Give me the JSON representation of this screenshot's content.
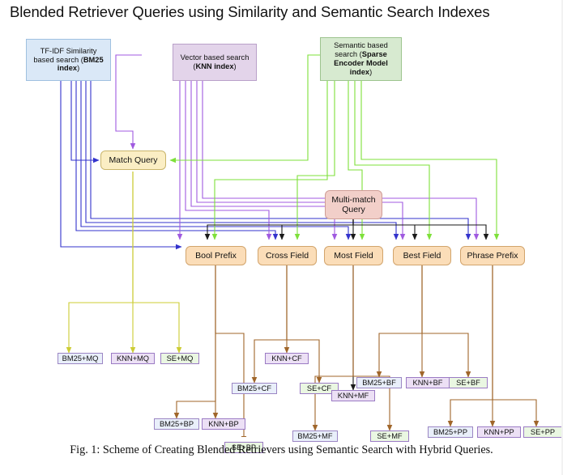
{
  "page": {
    "title": "Blended Retriever Queries using Similarity and Semantic Search Indexes",
    "caption": "Fig. 1: Scheme of Creating Blended Retrievers using Semantic Search with Hybrid Queries."
  },
  "colors": {
    "bm25_box_fill": "#dae8f7",
    "bm25_box_border": "#9fc0e0",
    "knn_box_fill": "#e3d4ea",
    "knn_box_border": "#b9a0c9",
    "se_box_fill": "#d7ead0",
    "se_box_border": "#9dc48e",
    "match_query_fill": "#fbeec4",
    "multi_match_fill": "#f2cfc9",
    "query_type_fill": "#fbddb8",
    "edge_bm25": "#3333cc",
    "edge_knn": "#a05ae0",
    "edge_se": "#7ee03a",
    "edge_multi": "#1a1a1a",
    "edge_match": "#cccc33",
    "edge_fanout": "#a0662a"
  },
  "sources": [
    {
      "id": "bm25",
      "line1": "TF-IDF Similarity",
      "line2": "based search (",
      "bold": "BM25",
      "line3": "index",
      "tail": ")"
    },
    {
      "id": "knn",
      "line1": "Vector based search",
      "line2": "(",
      "bold": "KNN index",
      "tail": ")"
    },
    {
      "id": "se",
      "line1": "Semantic based",
      "line2": "search (",
      "bold": "Sparse",
      "line3": "Encoder Model",
      "line4": "index",
      "tail": ")"
    }
  ],
  "queries": {
    "match": "Match Query",
    "multi_line1": "Multi-match",
    "multi_line2": "Query"
  },
  "query_types": [
    {
      "id": "bool-prefix",
      "label": "Bool Prefix"
    },
    {
      "id": "cross-field",
      "label": "Cross Field"
    },
    {
      "id": "most-field",
      "label": "Most Field"
    },
    {
      "id": "best-field",
      "label": "Best Field"
    },
    {
      "id": "phrase-prefix",
      "label": "Phrase Prefix"
    }
  ],
  "results": [
    {
      "id": "bm25-mq",
      "label": "BM25+MQ",
      "kind": "bm25"
    },
    {
      "id": "knn-mq",
      "label": "KNN+MQ",
      "kind": "knn"
    },
    {
      "id": "se-mq",
      "label": "SE+MQ",
      "kind": "se"
    },
    {
      "id": "bm25-bp",
      "label": "BM25+BP",
      "kind": "bm25"
    },
    {
      "id": "knn-bp",
      "label": "KNN+BP",
      "kind": "knn"
    },
    {
      "id": "se-bp",
      "label": "SE+BP",
      "kind": "se"
    },
    {
      "id": "knn-cf",
      "label": "KNN+CF",
      "kind": "knn"
    },
    {
      "id": "bm25-cf",
      "label": "BM25+CF",
      "kind": "bm25"
    },
    {
      "id": "se-cf",
      "label": "SE+CF",
      "kind": "se"
    },
    {
      "id": "knn-mf",
      "label": "KNN+MF",
      "kind": "knn"
    },
    {
      "id": "bm25-mf",
      "label": "BM25+MF",
      "kind": "bm25"
    },
    {
      "id": "se-mf",
      "label": "SE+MF",
      "kind": "se"
    },
    {
      "id": "bm25-bf",
      "label": "BM25+BF",
      "kind": "bm25"
    },
    {
      "id": "knn-bf",
      "label": "KNN+BF",
      "kind": "knn"
    },
    {
      "id": "se-bf",
      "label": "SE+BF",
      "kind": "se"
    },
    {
      "id": "bm25-pp",
      "label": "BM25+PP",
      "kind": "bm25"
    },
    {
      "id": "knn-pp",
      "label": "KNN+PP",
      "kind": "knn"
    },
    {
      "id": "se-pp",
      "label": "SE+PP",
      "kind": "se"
    }
  ]
}
